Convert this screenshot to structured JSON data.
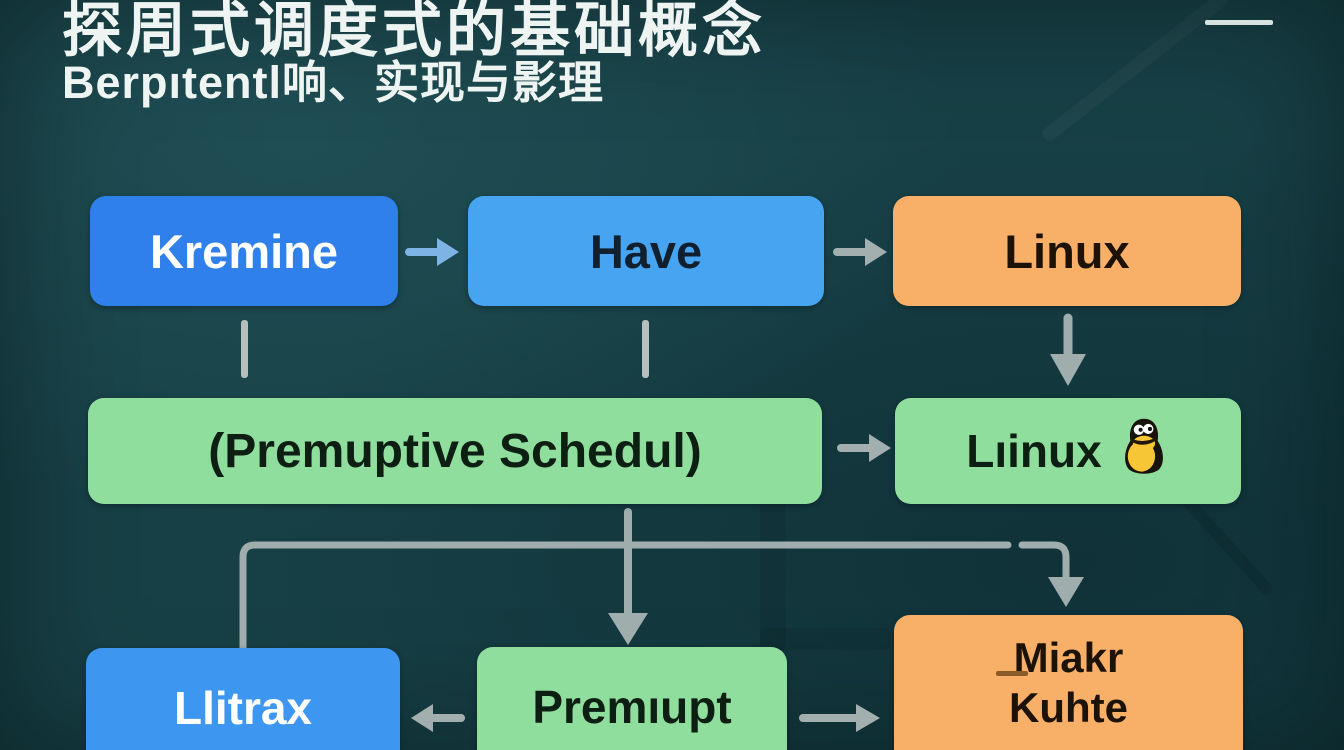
{
  "title": {
    "line1": "探周式调度式的基础概念",
    "line2": "Berpıtentl响、实现与影理"
  },
  "colors": {
    "background": "#174046",
    "box_blue_dark": "#2f80ea",
    "box_blue_light": "#47a4f1",
    "box_blue_mid": "#3d97f0",
    "box_green": "#90de9d",
    "box_orange": "#f8b069",
    "arrow_gray": "#a3aeae",
    "arrow_blue": "#7db4e6",
    "connector_gray": "#9fadad",
    "title_text": "#eef4f2"
  },
  "nodes": {
    "kremine": {
      "label": "Kremine",
      "fill": "#2f80ea",
      "text_color": "#ffffff"
    },
    "have": {
      "label": "Have",
      "fill": "#47a4f1",
      "text_color": "#10202e"
    },
    "linux": {
      "label": "Linux",
      "fill": "#f8b069",
      "text_color": "#1c1206"
    },
    "premuptive_schedul": {
      "label": "(Premuptive Schedul)",
      "fill": "#90de9d",
      "text_color": "#0d1f12"
    },
    "liinux": {
      "label": "Lıinux",
      "icon": "tux-penguin-icon",
      "fill": "#90de9d",
      "text_color": "#0d1f12"
    },
    "llitrax": {
      "label": "Llitrax",
      "fill": "#3d97f0",
      "text_color": "#ffffff"
    },
    "premupt": {
      "label": "Premıupt",
      "fill": "#90de9d",
      "text_color": "#0d1f12"
    },
    "miakr_kuhte": {
      "label_line1": "Miakr",
      "label_line2": "Kuhte",
      "fill": "#f8b069",
      "text_color": "#1c1206"
    }
  },
  "edges": [
    {
      "from": "kremine",
      "to": "have",
      "style": "arrow-right-blue"
    },
    {
      "from": "have",
      "to": "linux",
      "style": "arrow-right-gray"
    },
    {
      "from": "kremine",
      "to": "premuptive_schedul",
      "style": "short-line-down"
    },
    {
      "from": "have",
      "to": "premuptive_schedul",
      "style": "short-line-down"
    },
    {
      "from": "linux",
      "to": "liinux",
      "style": "arrow-down-gray"
    },
    {
      "from": "premuptive_schedul",
      "to": "liinux",
      "style": "arrow-right-gray"
    },
    {
      "from": "premuptive_schedul",
      "to": "llitrax",
      "style": "elbow-left-down"
    },
    {
      "from": "premuptive_schedul",
      "to": "premupt",
      "style": "arrow-down-gray"
    },
    {
      "from": "premuptive_schedul",
      "to": "miakr_kuhte",
      "style": "elbow-right-down-arrow"
    },
    {
      "from": "premupt",
      "to": "llitrax",
      "style": "arrow-left-gray"
    },
    {
      "from": "premupt",
      "to": "miakr_kuhte",
      "style": "arrow-right-gray"
    }
  ]
}
